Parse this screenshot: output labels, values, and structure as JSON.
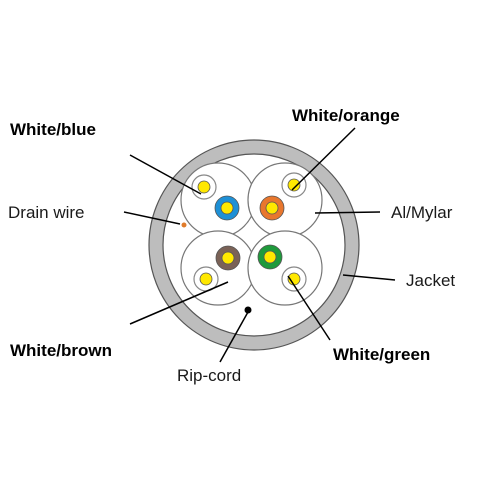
{
  "labels": {
    "white_blue": "White/blue",
    "white_orange": "White/orange",
    "drain_wire": "Drain wire",
    "al_mylar": "Al/Mylar",
    "jacket": "Jacket",
    "white_brown": "White/brown",
    "white_green": "White/green",
    "rip_cord": "Rip-cord"
  },
  "colors": {
    "jacket": "#bdbdbd",
    "blue": "#1e90d6",
    "orange": "#e8772e",
    "brown": "#7a6257",
    "green": "#1f9a3c",
    "conductor_yellow": "#ffe800",
    "drain_wire": "#e07b2a",
    "rip_cord": "#000000"
  }
}
